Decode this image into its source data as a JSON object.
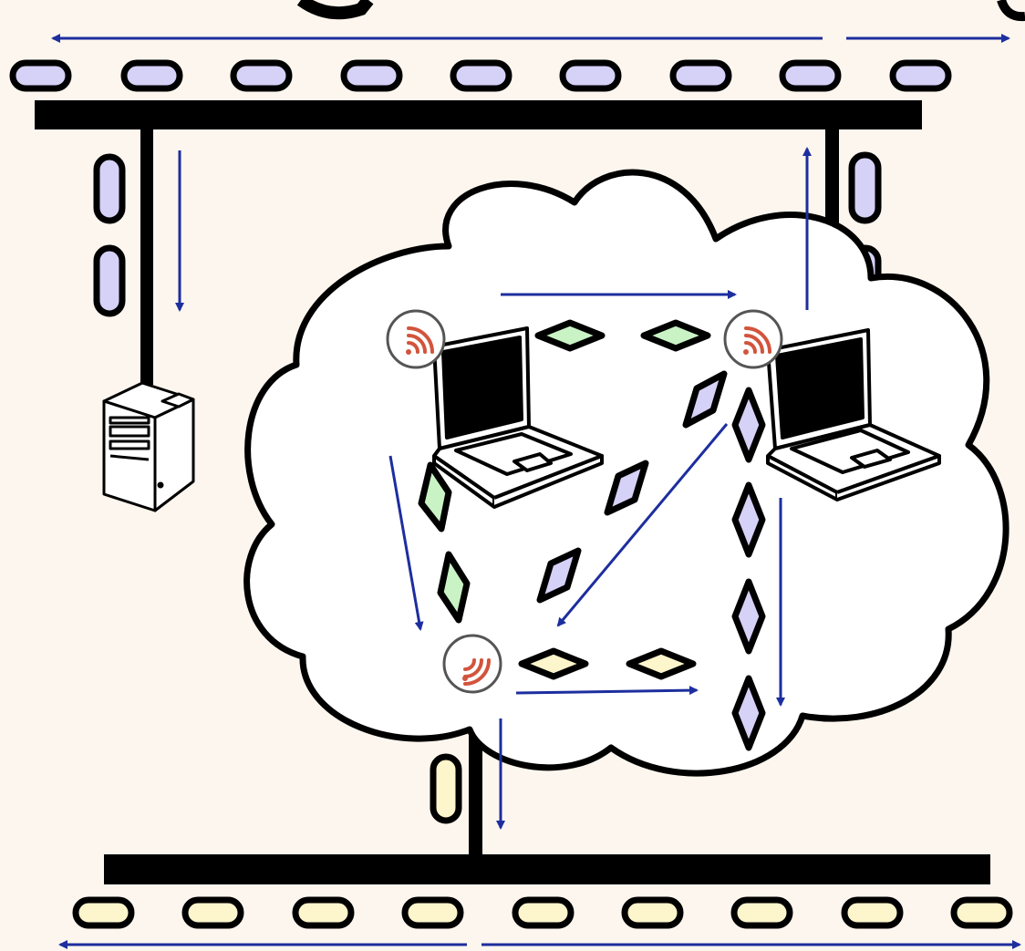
{
  "colors": {
    "background": "#FDF6EE",
    "cloud_fill": "#FFFFFF",
    "wire": "#000000",
    "arrow": "#1D2E9E",
    "packet_lavender": "#D6D1F7",
    "packet_green": "#C9F3C4",
    "packet_yellow": "#FDF5CB",
    "wifi_icon": "#D2543C",
    "wifi_badge_fill": "#FFFFFF",
    "wifi_badge_stroke": "#555555"
  },
  "elements": {
    "top_bus": "top-ethernet-bus",
    "bottom_bus": "bottom-ethernet-bus",
    "cloud": "wireless-network-cloud",
    "nodes": [
      "wireless-node-left-laptop",
      "wireless-node-right-laptop",
      "wireless-node-bottom-gateway"
    ],
    "server": "desktop-server-icon"
  }
}
